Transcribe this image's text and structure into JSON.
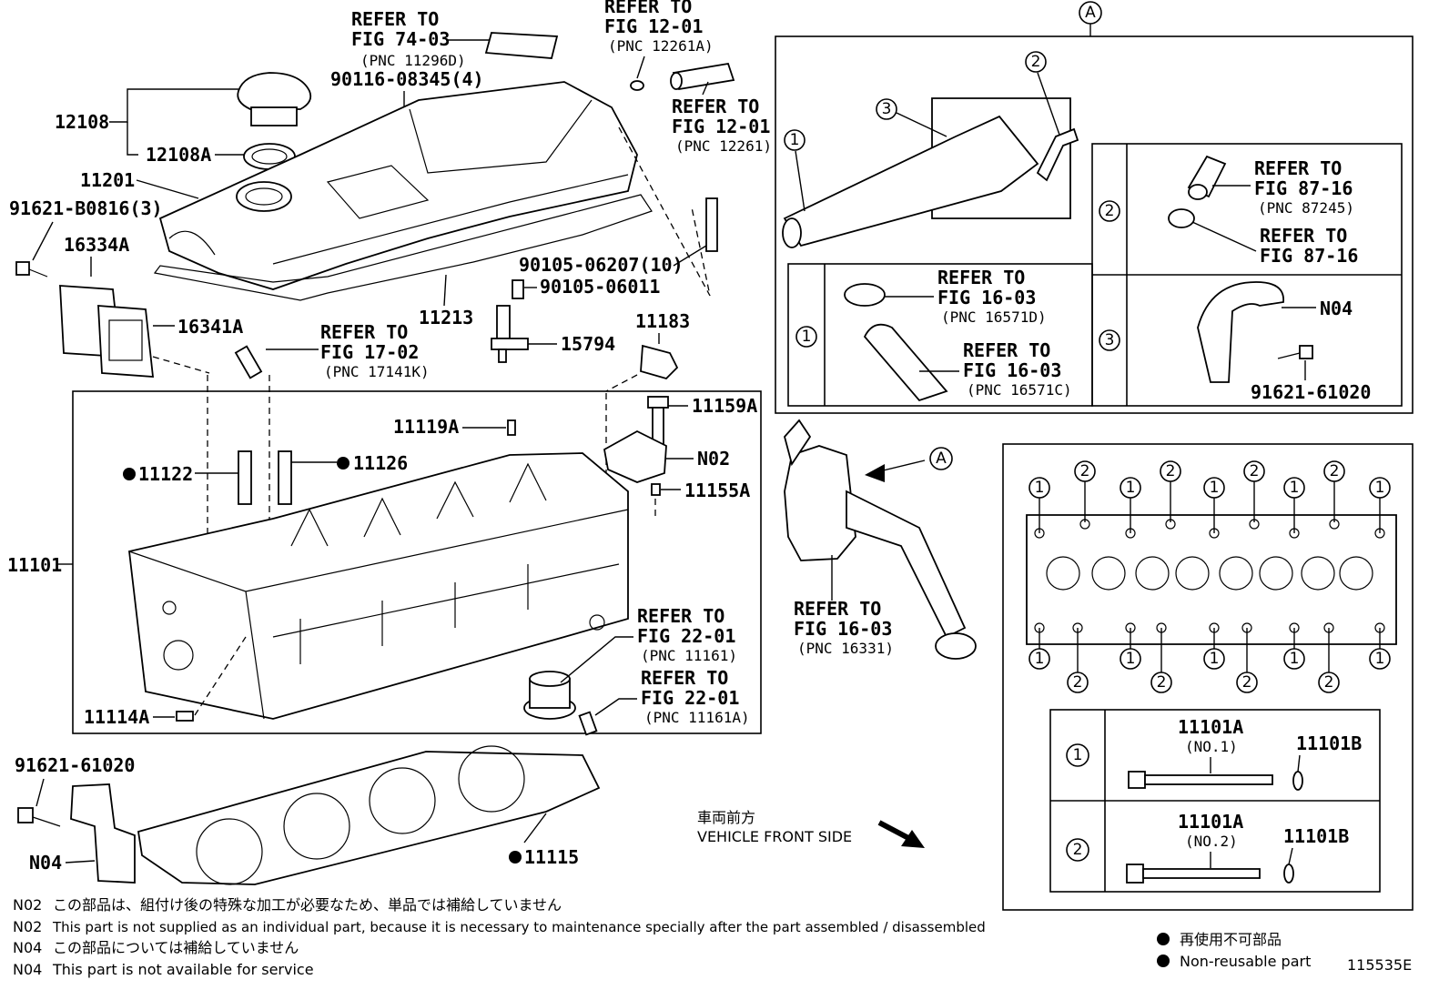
{
  "labels": {
    "refer_74_03": [
      "REFER TO",
      "FIG 74-03",
      "(PNC 11296D)"
    ],
    "refer_12_01a": [
      "REFER TO",
      "FIG 12-01",
      "(PNC 12261A)"
    ],
    "refer_12_01": [
      "REFER TO",
      "FIG 12-01",
      "(PNC 12261)"
    ],
    "refer_17_02": [
      "REFER TO",
      "FIG 17-02",
      "(PNC 17141K)"
    ],
    "refer_22_01": [
      "REFER TO",
      "FIG 22-01",
      "(PNC 11161)"
    ],
    "refer_22_01a": [
      "REFER TO",
      "FIG 22-01",
      "(PNC 11161A)"
    ],
    "refer_16_03_main": [
      "REFER TO",
      "FIG 16-03",
      "(PNC 16331)"
    ],
    "refer_87_16a": [
      "REFER TO",
      "FIG 87-16",
      "(PNC 87245)"
    ],
    "refer_87_16b": [
      "REFER TO",
      "FIG 87-16"
    ],
    "refer_16_03d": [
      "REFER TO",
      "FIG 16-03",
      "(PNC 16571D)"
    ],
    "refer_16_03c": [
      "REFER TO",
      "FIG 16-03",
      "(PNC 16571C)"
    ],
    "p12108": "12108",
    "p12108a": "12108A",
    "p90116": "90116-08345(4)",
    "p11201": "11201",
    "p91621b": "91621-B0816(3)",
    "p16334a": "16334A",
    "p16341a": "16341A",
    "p90105_10": "90105-06207(10)",
    "p90105": "90105-06011",
    "p11213": "11213",
    "p11183": "11183",
    "p15794": "15794",
    "p11159a": "11159A",
    "p11119a": "11119A",
    "p11122": "11122",
    "p11126": "11126",
    "pN02": "N02",
    "p11155a": "11155A",
    "p11101": "11101",
    "p11114a": "11114A",
    "p91621_61020": "91621-61020",
    "p91621_61020b": "91621-61020",
    "pN04": "N04",
    "pN04b": "N04",
    "p11115": "11115",
    "p11101a_1": "11101A",
    "p11101a_1sub": "(NO.1)",
    "p11101b_1": "11101B",
    "p11101a_2": "11101A",
    "p11101a_2sub": "(NO.2)",
    "p11101b_2": "11101B",
    "view_a": "A",
    "view_a2": "A",
    "front_jp": "車両前方",
    "front_en": "VEHICLE FRONT SIDE",
    "circ1": "1",
    "circ2": "2",
    "circ3": "3",
    "fig_no": "115535E"
  },
  "notes": [
    {
      "code": "N02",
      "text": "この部品は、組付け後の特殊な加工が必要なため、単品では補給していません"
    },
    {
      "code": "N02",
      "text": "This part is not supplied as an individual part, because it is necessary to maintenance specially after the part assembled / disassembled"
    },
    {
      "code": "N04",
      "text": "この部品については補給していません"
    },
    {
      "code": "N04",
      "text": "This part is not available for service"
    }
  ],
  "legend": {
    "jp": "再使用不可部品",
    "en": "Non-reusable part"
  },
  "bolt_pattern": {
    "top": [
      "1",
      "2",
      "1",
      "2",
      "1",
      "2",
      "1",
      "2",
      "1"
    ],
    "bottom": [
      "1",
      "2",
      "1",
      "2",
      "1",
      "2",
      "1",
      "2",
      "1"
    ]
  }
}
